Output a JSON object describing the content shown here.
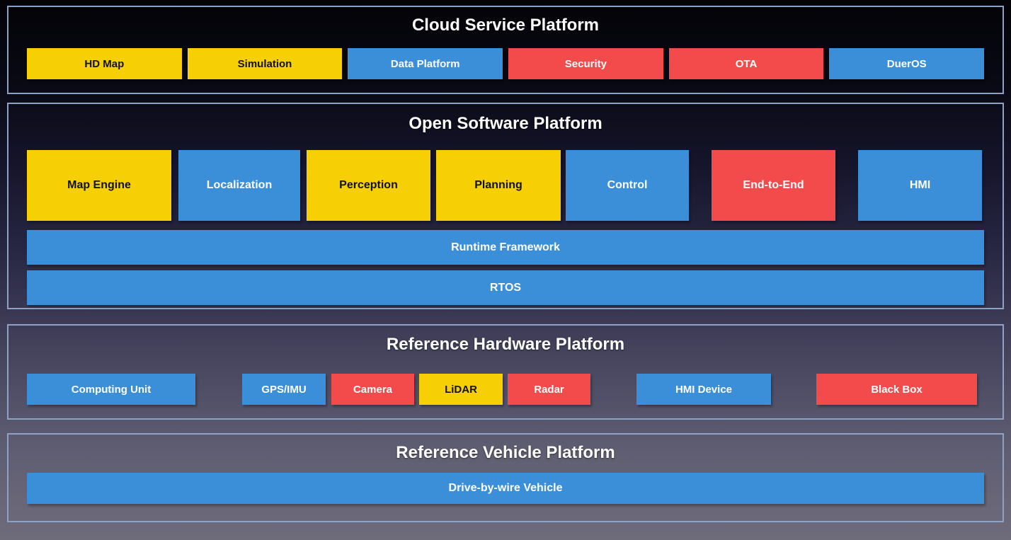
{
  "colors": {
    "yellow": "#F6CF04",
    "blue": "#3A8FD8",
    "red": "#F34B4B",
    "section_border": "#8EA3C4",
    "heading_text": "#FFFFFF",
    "box_text_light": "#FFFFFF",
    "box_text_dark": "#111111"
  },
  "background": {
    "top": "#030307",
    "bottom": "#6E6C7B"
  },
  "sections": {
    "cloud": {
      "title": "Cloud Service Platform",
      "boxes": [
        {
          "label": "HD Map",
          "color": "yellow"
        },
        {
          "label": "Simulation",
          "color": "yellow"
        },
        {
          "label": "Data Platform",
          "color": "blue"
        },
        {
          "label": "Security",
          "color": "red"
        },
        {
          "label": "OTA",
          "color": "red"
        },
        {
          "label": "DuerOS",
          "color": "blue"
        }
      ]
    },
    "software": {
      "title": "Open Software Platform",
      "modules": [
        {
          "label": "Map Engine",
          "color": "yellow"
        },
        {
          "label": "Localization",
          "color": "blue"
        },
        {
          "label": "Perception",
          "color": "yellow"
        },
        {
          "label": "Planning",
          "color": "yellow"
        },
        {
          "label": "Control",
          "color": "blue"
        },
        {
          "label": "End-to-End",
          "color": "red"
        },
        {
          "label": "HMI",
          "color": "blue"
        }
      ],
      "bars": [
        {
          "label": "Runtime Framework",
          "color": "blue"
        },
        {
          "label": "RTOS",
          "color": "blue"
        }
      ]
    },
    "hardware": {
      "title": "Reference Hardware Platform",
      "boxes": [
        {
          "label": "Computing Unit",
          "color": "blue"
        },
        {
          "label": "GPS/IMU",
          "color": "blue"
        },
        {
          "label": "Camera",
          "color": "red"
        },
        {
          "label": "LiDAR",
          "color": "yellow"
        },
        {
          "label": "Radar",
          "color": "red"
        },
        {
          "label": "HMI Device",
          "color": "blue"
        },
        {
          "label": "Black Box",
          "color": "red"
        }
      ]
    },
    "vehicle": {
      "title": "Reference Vehicle Platform",
      "bars": [
        {
          "label": "Drive-by-wire Vehicle",
          "color": "blue"
        }
      ]
    }
  }
}
